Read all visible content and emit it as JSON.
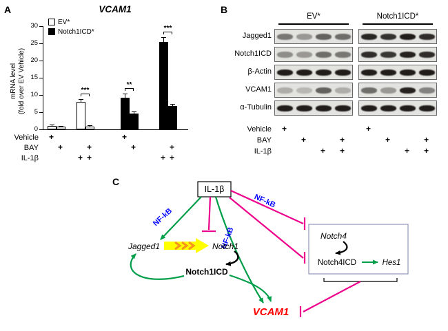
{
  "panel_labels": {
    "a": "A",
    "b": "B",
    "c": "C"
  },
  "chart_data": {
    "type": "bar",
    "title": "VCAM1",
    "ylabel_line1": "mRNA level",
    "ylabel_line2": "(fold over EV Vehicle)",
    "ylim": [
      0,
      30
    ],
    "yticks": [
      0,
      5,
      10,
      15,
      20,
      25,
      30
    ],
    "legend": [
      {
        "label": "EV*",
        "fill": "#ffffff"
      },
      {
        "label": "Notch1ICD*",
        "fill": "#000000"
      }
    ],
    "bars": [
      {
        "group": "EV*",
        "condition": "Vehicle",
        "value": 1.0,
        "err": 0.15,
        "fill": "#ffffff"
      },
      {
        "group": "EV*",
        "condition": "BAY",
        "value": 0.8,
        "err": 0.1,
        "fill": "#ffffff"
      },
      {
        "group": "EV*",
        "condition": "IL-1β",
        "value": 8.1,
        "err": 0.5,
        "fill": "#ffffff"
      },
      {
        "group": "EV*",
        "condition": "IL-1β + BAY",
        "value": 0.9,
        "err": 0.1,
        "fill": "#ffffff"
      },
      {
        "group": "Notch1ICD*",
        "condition": "Vehicle",
        "value": 9.3,
        "err": 0.9,
        "fill": "#000000"
      },
      {
        "group": "Notch1ICD*",
        "condition": "BAY",
        "value": 4.6,
        "err": 0.35,
        "fill": "#000000"
      },
      {
        "group": "Notch1ICD*",
        "condition": "IL-1β",
        "value": 25.4,
        "err": 1.3,
        "fill": "#000000"
      },
      {
        "group": "Notch1ICD*",
        "condition": "IL-1β + BAY",
        "value": 6.9,
        "err": 0.4,
        "fill": "#000000"
      }
    ],
    "treatment_rows": [
      {
        "label": "Vehicle",
        "flags": [
          "+",
          "",
          "",
          "",
          "+",
          "",
          "",
          ""
        ]
      },
      {
        "label": "BAY",
        "flags": [
          "",
          "+",
          "",
          "+",
          "",
          "+",
          "",
          "+"
        ]
      },
      {
        "label": "IL-1β",
        "flags": [
          "",
          "",
          "+",
          "+",
          "",
          "",
          "+",
          "+"
        ]
      }
    ],
    "significance": [
      {
        "from": 2,
        "to": 3,
        "label": "***"
      },
      {
        "from": 4,
        "to": 5,
        "label": "**"
      },
      {
        "from": 6,
        "to": 7,
        "label": "***"
      }
    ]
  },
  "blot": {
    "groups": [
      {
        "label": "EV*"
      },
      {
        "label": "Notch1ICD*"
      }
    ],
    "proteins": [
      {
        "label": "Jagged1",
        "lanes": [
          0.5,
          0.35,
          0.6,
          0.55,
          0.88,
          0.82,
          0.92,
          0.85
        ]
      },
      {
        "label": "Notch1ICD",
        "lanes": [
          0.4,
          0.35,
          0.55,
          0.5,
          0.85,
          0.8,
          0.9,
          0.85
        ]
      },
      {
        "label": "β-Actin",
        "lanes": [
          0.92,
          0.92,
          0.92,
          0.92,
          0.92,
          0.92,
          0.92,
          0.92
        ]
      },
      {
        "label": "VCAM1",
        "lanes": [
          0.25,
          0.2,
          0.6,
          0.25,
          0.55,
          0.35,
          0.9,
          0.45
        ]
      },
      {
        "label": "α-Tubulin",
        "lanes": [
          0.92,
          0.92,
          0.92,
          0.92,
          0.92,
          0.92,
          0.92,
          0.92
        ]
      }
    ],
    "treatment_rows": [
      {
        "label": "Vehicle",
        "flags": [
          "+",
          "",
          "",
          "",
          "+",
          "",
          "",
          ""
        ]
      },
      {
        "label": "BAY",
        "flags": [
          "",
          "+",
          "",
          "+",
          "",
          "+",
          "",
          "+"
        ]
      },
      {
        "label": "IL-1β",
        "flags": [
          "",
          "",
          "+",
          "+",
          "",
          "",
          "+",
          "+"
        ]
      }
    ]
  },
  "diagram": {
    "il1b": "IL-1β",
    "nfkb": "NF-kB",
    "jagged1": "Jagged1",
    "notch1": "Notch1",
    "notch1icd": "Notch1ICD",
    "vcam1": "VCAM1",
    "notch4": "Notch4",
    "notch4icd": "Notch4ICD",
    "hes1": "Hes1",
    "colors": {
      "activation": "#009e49",
      "inhibition": "#ec008c",
      "nfkb_text": "#0000ff",
      "jagged_arrow_fill": "#ffff00",
      "chevron": "#f7941d",
      "vcam1_text": "#ff0000",
      "notch4_box_border": "#9095b8"
    }
  }
}
